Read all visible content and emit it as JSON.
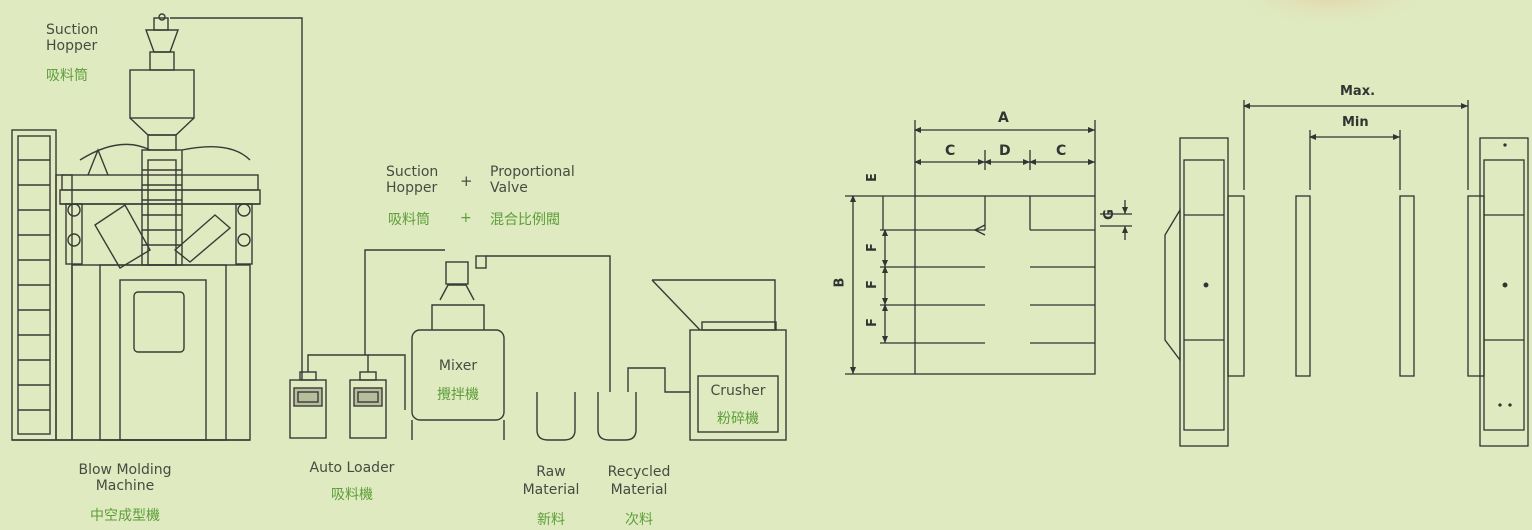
{
  "flow": {
    "suction_hopper_top": {
      "en_line1": "Suction",
      "en_line2": "Hopper",
      "cn": "吸料筒"
    },
    "blow_molding": {
      "en_line1": "Blow Molding",
      "en_line2": "Machine",
      "cn": "中空成型機"
    },
    "auto_loader": {
      "en": "Auto Loader",
      "cn": "吸料機"
    },
    "suction_hopper_mid": {
      "en_line1": "Suction",
      "en_line2": "Hopper",
      "cn": "吸料筒"
    },
    "plus": "+",
    "proportional_valve": {
      "en_line1": "Proportional",
      "en_line2": "Valve",
      "cn": "混合比例閥"
    },
    "mixer": {
      "en": "Mixer",
      "cn": "攪拌機"
    },
    "raw_material": {
      "en_line1": "Raw",
      "en_line2": "Material",
      "cn": "新料"
    },
    "recycled_material": {
      "en_line1": "Recycled",
      "en_line2": "Material",
      "cn": "次料"
    },
    "crusher": {
      "en": "Crusher",
      "cn": "粉碎機"
    }
  },
  "die_drawing": {
    "labels": {
      "A": "A",
      "B": "B",
      "C1": "C",
      "D": "D",
      "C2": "C",
      "E": "E",
      "F1": "F",
      "F2": "F",
      "F3": "F",
      "G": "G"
    }
  },
  "platen_drawing": {
    "max_label": "Max.",
    "min_label": "Min"
  },
  "colors": {
    "background": "#dfeac0",
    "line": "#3a3a36",
    "chinese_text": "#5e9e3a",
    "english_text": "#4a4a42"
  }
}
